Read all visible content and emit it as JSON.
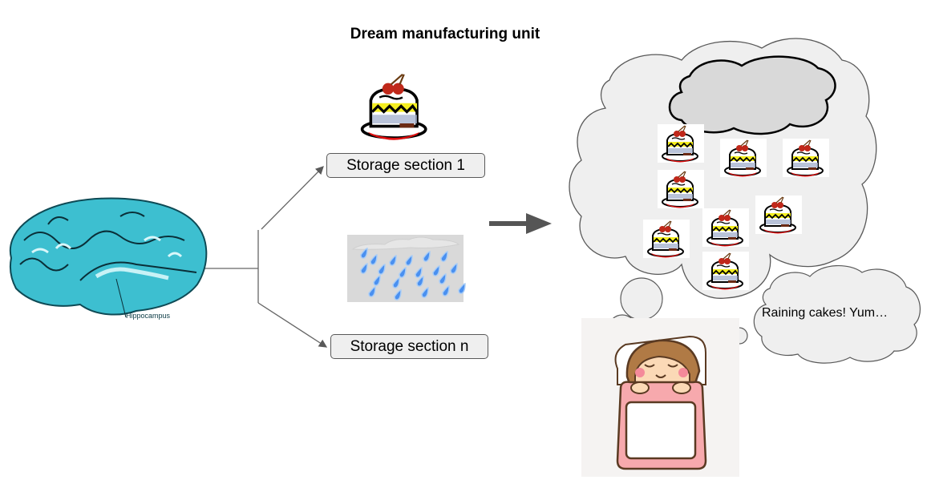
{
  "title": "Dream manufacturing unit",
  "brain": {
    "label": "Hippocampus",
    "color": "#2fb8c8"
  },
  "storage_sections": [
    {
      "label": "Storage section 1"
    },
    {
      "label": "Storage section n"
    }
  ],
  "dream_bubble": {
    "text": "Raining cakes! Yum…",
    "cake_count": 8
  },
  "colors": {
    "cloud_fill": "#efefef",
    "cloud_stroke": "#595959",
    "arrow": "#555555",
    "rain_bg": "#d9d9d9",
    "rain_drop": "#4a90f0",
    "blanket": "#f7a9ad",
    "hair": "#a66a3a"
  }
}
